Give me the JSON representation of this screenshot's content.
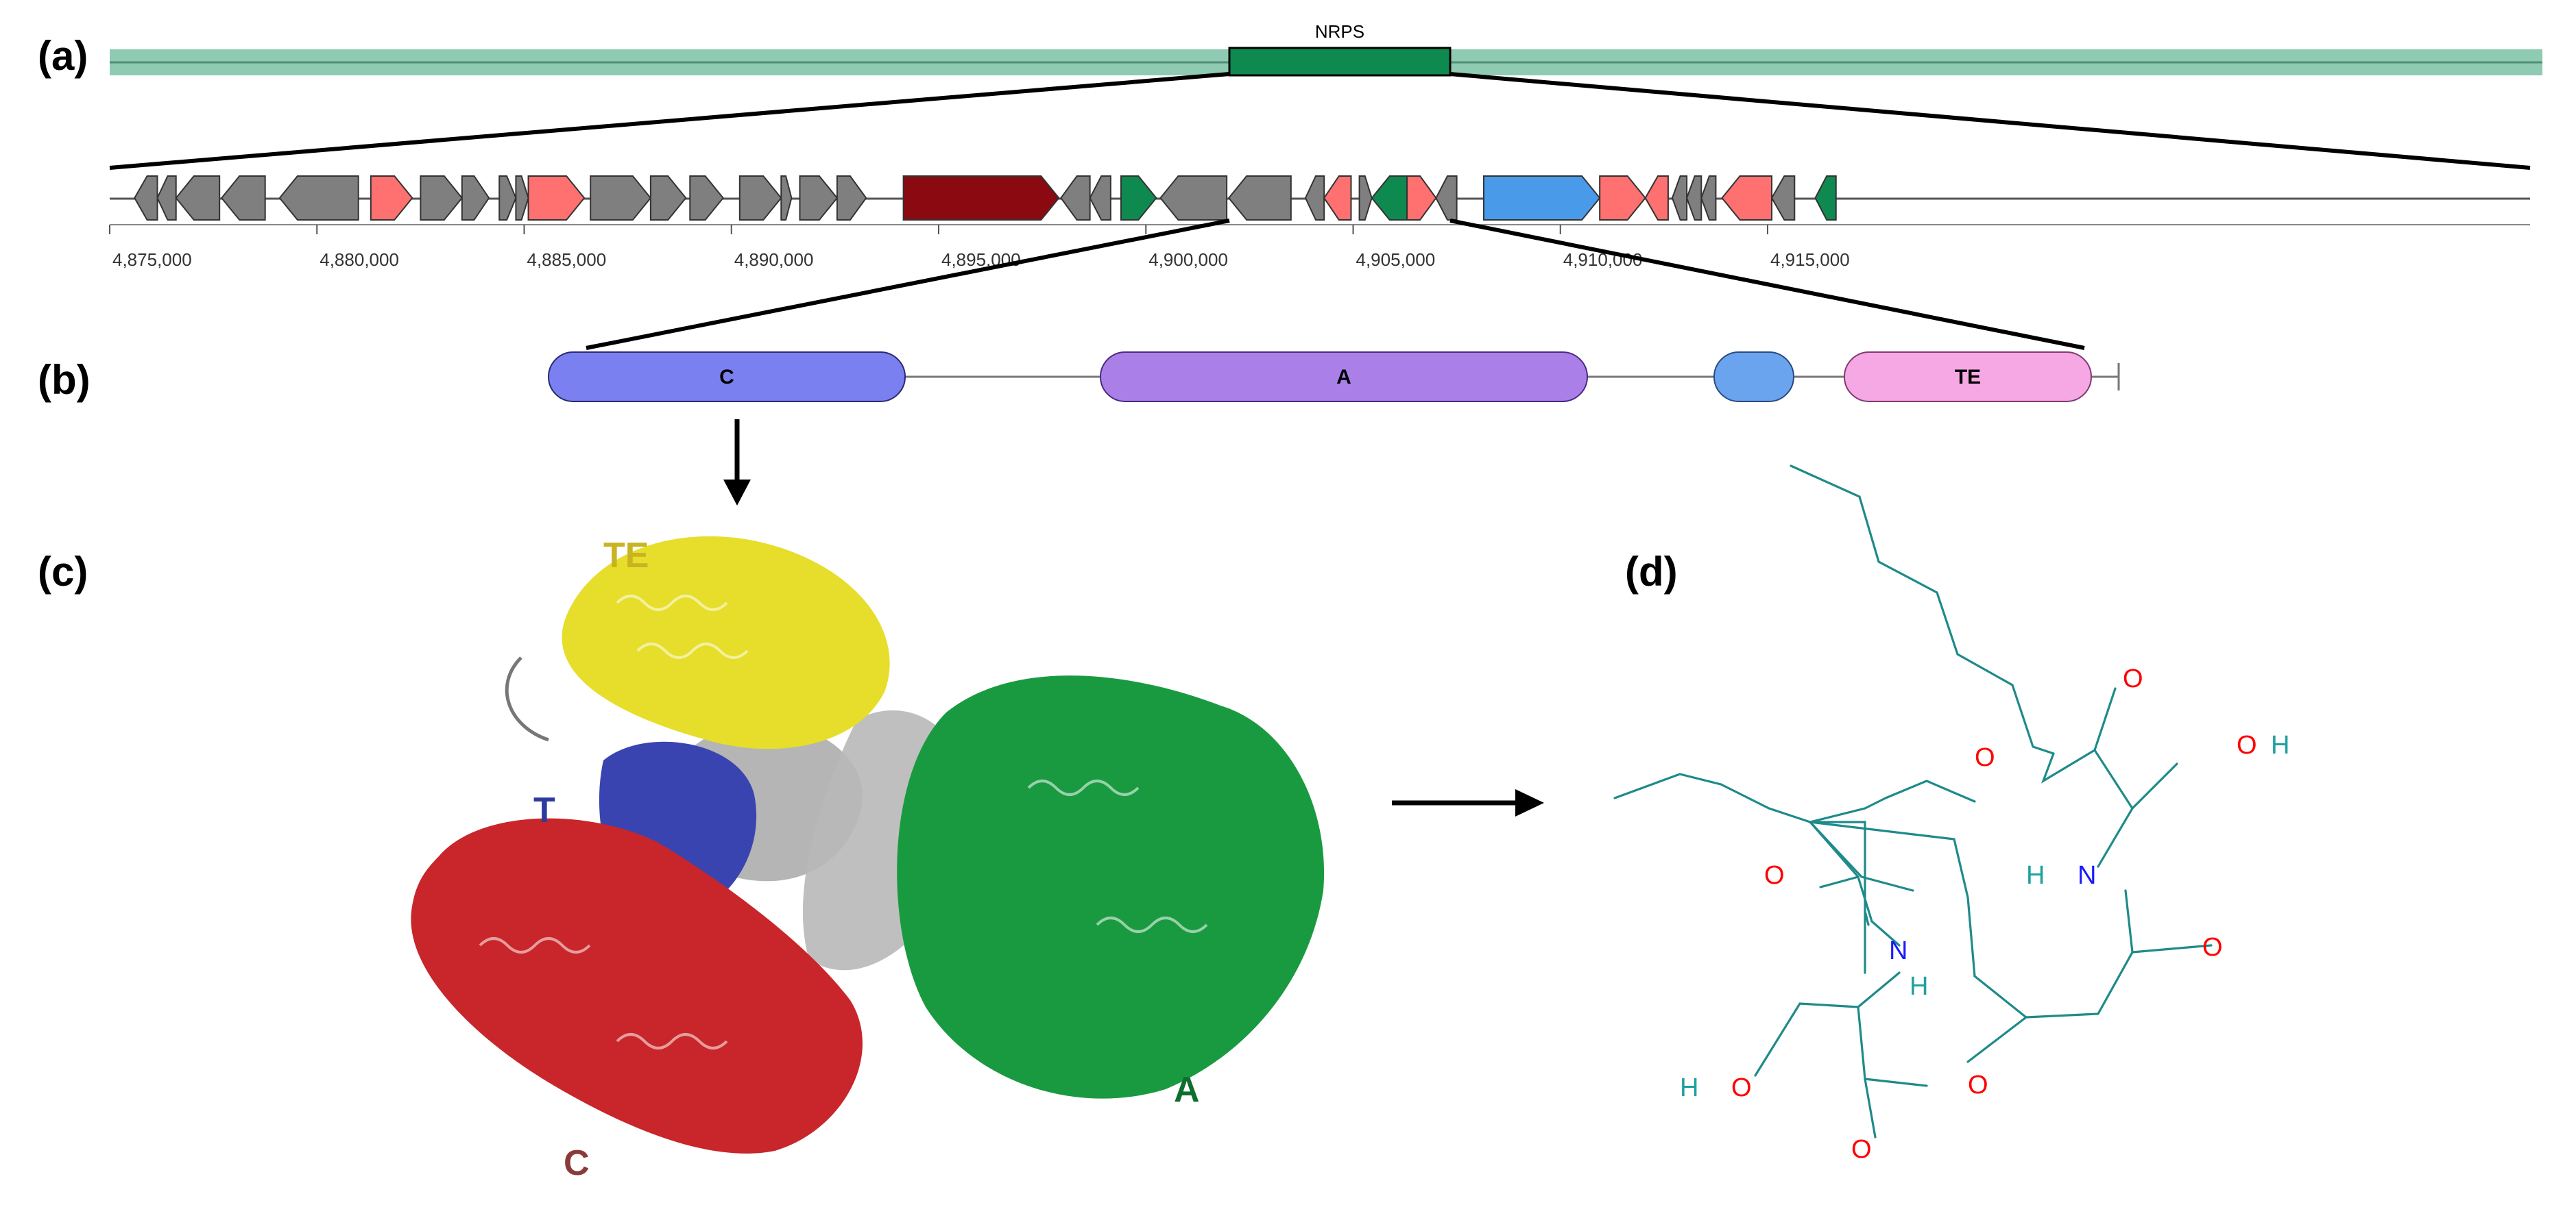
{
  "panel_labels": [
    "(a)",
    "(b)",
    "(c)",
    "(d)"
  ],
  "nrps_label": "NRPS",
  "axis_ticks": [
    {
      "label": "4,875,000",
      "value": 4875000
    },
    {
      "label": "4,880,000",
      "value": 4880000
    },
    {
      "label": "4,885,000",
      "value": 4885000
    },
    {
      "label": "4,890,000",
      "value": 4890000
    },
    {
      "label": "4,895,000",
      "value": 4895000
    },
    {
      "label": "4,900,000",
      "value": 4900000
    },
    {
      "label": "4,905,000",
      "value": 4905000
    },
    {
      "label": "4,910,000",
      "value": 4910000
    },
    {
      "label": "4,915,000",
      "value": 4915000
    }
  ],
  "gene_colors": {
    "other": "#7f7f7f",
    "nrps": "#8b0a12",
    "transport": "#ff7070",
    "regulatory": "#0e8a50",
    "biosynthetic": "#4a9aea"
  },
  "genes": [
    {
      "start": 4875600,
      "end": 4876150,
      "dir": -1,
      "type": "other"
    },
    {
      "start": 4876150,
      "end": 4876600,
      "dir": -1,
      "type": "other"
    },
    {
      "start": 4876600,
      "end": 4877650,
      "dir": -1,
      "type": "other"
    },
    {
      "start": 4877700,
      "end": 4878750,
      "dir": -1,
      "type": "other"
    },
    {
      "start": 4879100,
      "end": 4881000,
      "dir": -1,
      "type": "other"
    },
    {
      "start": 4881300,
      "end": 4882300,
      "dir": 1,
      "type": "transport"
    },
    {
      "start": 4882500,
      "end": 4883500,
      "dir": 1,
      "type": "other"
    },
    {
      "start": 4883500,
      "end": 4884150,
      "dir": 1,
      "type": "other"
    },
    {
      "start": 4884400,
      "end": 4884800,
      "dir": 1,
      "type": "other"
    },
    {
      "start": 4884800,
      "end": 4885100,
      "dir": 1,
      "type": "other"
    },
    {
      "start": 4885100,
      "end": 4886450,
      "dir": 1,
      "type": "transport"
    },
    {
      "start": 4886600,
      "end": 4888050,
      "dir": 1,
      "type": "other"
    },
    {
      "start": 4888050,
      "end": 4888900,
      "dir": 1,
      "type": "other"
    },
    {
      "start": 4889000,
      "end": 4889800,
      "dir": 1,
      "type": "other"
    },
    {
      "start": 4890200,
      "end": 4891200,
      "dir": 1,
      "type": "other"
    },
    {
      "start": 4891200,
      "end": 4891450,
      "dir": 1,
      "type": "other"
    },
    {
      "start": 4891650,
      "end": 4892550,
      "dir": 1,
      "type": "other"
    },
    {
      "start": 4892550,
      "end": 4893250,
      "dir": 1,
      "type": "other"
    },
    {
      "start": 4894150,
      "end": 4897900,
      "dir": 1,
      "type": "nrps"
    },
    {
      "start": 4897950,
      "end": 4898650,
      "dir": -1,
      "type": "other"
    },
    {
      "start": 4898650,
      "end": 4899150,
      "dir": -1,
      "type": "other"
    },
    {
      "start": 4899400,
      "end": 4900250,
      "dir": 1,
      "type": "regulatory"
    },
    {
      "start": 4900350,
      "end": 4901950,
      "dir": -1,
      "type": "other"
    },
    {
      "start": 4902000,
      "end": 4903500,
      "dir": -1,
      "type": "other"
    },
    {
      "start": 4903850,
      "end": 4904300,
      "dir": -1,
      "type": "other"
    },
    {
      "start": 4904300,
      "end": 4904950,
      "dir": -1,
      "type": "transport"
    },
    {
      "start": 4905150,
      "end": 4905450,
      "dir": 1,
      "type": "other"
    },
    {
      "start": 4905450,
      "end": 4906300,
      "dir": -1,
      "type": "regulatory"
    },
    {
      "start": 4906300,
      "end": 4907000,
      "dir": 1,
      "type": "transport"
    },
    {
      "start": 4907000,
      "end": 4907500,
      "dir": -1,
      "type": "other"
    },
    {
      "start": 4908150,
      "end": 4910950,
      "dir": 1,
      "type": "biosynthetic"
    },
    {
      "start": 4910950,
      "end": 4912050,
      "dir": 1,
      "type": "transport"
    },
    {
      "start": 4912050,
      "end": 4912600,
      "dir": -1,
      "type": "transport"
    },
    {
      "start": 4912700,
      "end": 4913050,
      "dir": -1,
      "type": "other"
    },
    {
      "start": 4913050,
      "end": 4913400,
      "dir": -1,
      "type": "other"
    },
    {
      "start": 4913400,
      "end": 4913750,
      "dir": -1,
      "type": "other"
    },
    {
      "start": 4913900,
      "end": 4915100,
      "dir": -1,
      "type": "transport"
    },
    {
      "start": 4915100,
      "end": 4915650,
      "dir": -1,
      "type": "other"
    },
    {
      "start": 4916150,
      "end": 4916650,
      "dir": -1,
      "type": "regulatory"
    }
  ],
  "domains": [
    {
      "label": "C",
      "color": "#7b80f0"
    },
    {
      "label": "A",
      "color": "#aa80e8"
    },
    {
      "label": "",
      "color": "#6aa4ee"
    },
    {
      "label": "TE",
      "color": "#f6a8e4"
    }
  ],
  "protein_labels": [
    {
      "label": "TE",
      "color": "#c9b322"
    },
    {
      "label": "T",
      "color": "#2f3aa0"
    },
    {
      "label": "C",
      "color": "#8b3a3a"
    },
    {
      "label": "A",
      "color": "#0e6e2e"
    }
  ],
  "molecule_atoms": {
    "oxygen": "O",
    "nitrogen": "N",
    "hydrogen": "H"
  },
  "atom_colors": {
    "oxygen": "#ff0000",
    "nitrogen": "#1a1aff",
    "hydrogen": "#20a0a0",
    "bond": "#1f8a8a"
  }
}
